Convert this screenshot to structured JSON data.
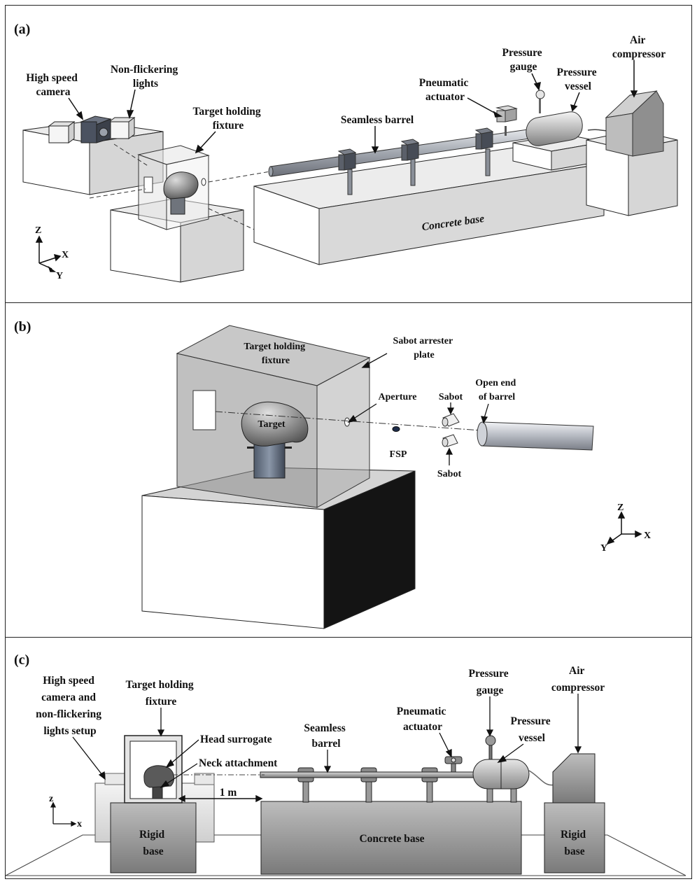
{
  "panels": {
    "a": {
      "label": "(a)",
      "camera": [
        "High speed",
        "camera"
      ],
      "lights": [
        "Non-flickering",
        "lights"
      ],
      "fixture": [
        "Target holding",
        "fixture"
      ],
      "barrel": "Seamless barrel",
      "actuator": [
        "Pneumatic",
        "actuator"
      ],
      "gauge": [
        "Pressure",
        "gauge"
      ],
      "vessel": [
        "Pressure",
        "vessel"
      ],
      "compressor": [
        "Air",
        "compressor"
      ],
      "base": "Concrete base",
      "axes": {
        "z": "Z",
        "x": "X",
        "y": "Y"
      }
    },
    "b": {
      "label": "(b)",
      "fixture": [
        "Target holding",
        "fixture"
      ],
      "arrester": [
        "Sabot arrester",
        "plate"
      ],
      "aperture": "Aperture",
      "sabot_top": "Sabot",
      "sabot_bottom": "Sabot",
      "open_end": [
        "Open end",
        "of barrel"
      ],
      "target": "Target",
      "fsp": "FSP",
      "axes": {
        "z": "Z",
        "x": "X",
        "y": "Y"
      }
    },
    "c": {
      "label": "(c)",
      "camera_setup": [
        "High speed",
        "camera and",
        "non-flickering",
        "lights setup"
      ],
      "fixture": [
        "Target holding",
        "fixture"
      ],
      "head": "Head surrogate",
      "neck": "Neck attachment",
      "barrel": [
        "Seamless",
        "barrel"
      ],
      "actuator": [
        "Pneumatic",
        "actuator"
      ],
      "gauge": [
        "Pressure",
        "gauge"
      ],
      "vessel": [
        "Pressure",
        "vessel"
      ],
      "compressor": [
        "Air",
        "compressor"
      ],
      "distance": "1 m",
      "rigid_left": [
        "Rigid",
        "base"
      ],
      "concrete": "Concrete base",
      "rigid_right": [
        "Rigid",
        "base"
      ],
      "axes": {
        "z": "z",
        "x": "x"
      }
    }
  }
}
